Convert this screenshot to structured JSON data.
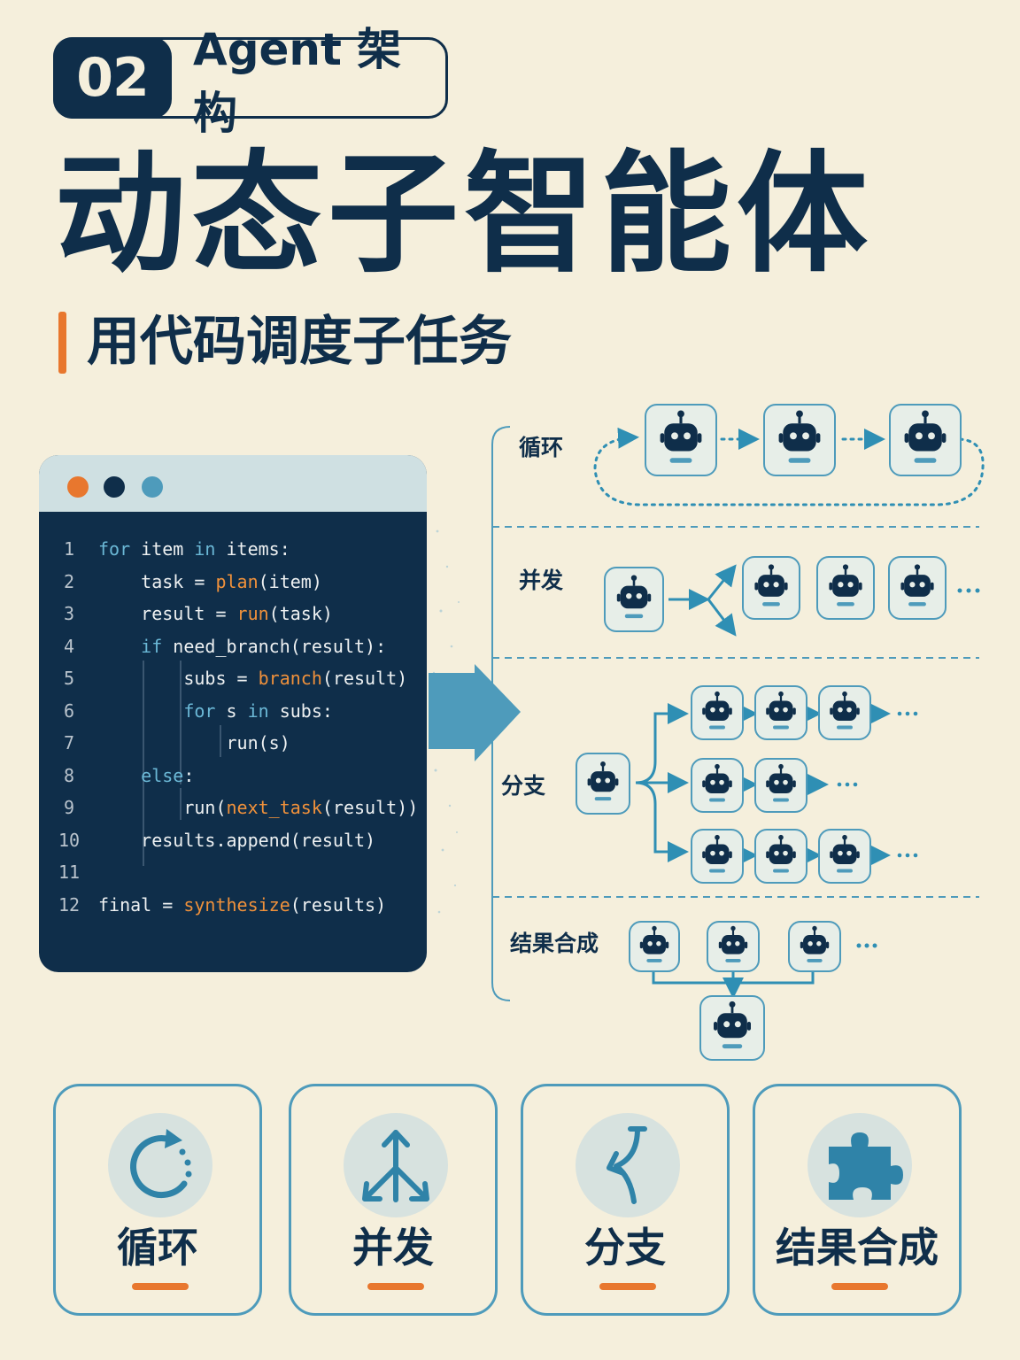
{
  "header": {
    "badge_number": "02",
    "badge_text": "Agent 架构",
    "title": "动态子智能体",
    "subtitle": "用代码调度子任务"
  },
  "code": {
    "lines": [
      {
        "num": "1",
        "html": "<span class=\"kw\">for</span> item <span class=\"kw\">in</span> items:"
      },
      {
        "num": "2",
        "html": "    task = <span class=\"fn\">plan</span>(item)"
      },
      {
        "num": "3",
        "html": "    result = <span class=\"fn\">run</span>(task)"
      },
      {
        "num": "4",
        "html": "    <span class=\"kw\">if</span> need_branch(result):"
      },
      {
        "num": "5",
        "html": "        subs = <span class=\"fn\">branch</span>(result)"
      },
      {
        "num": "6",
        "html": "        <span class=\"kw\">for</span> s <span class=\"kw\">in</span> subs:"
      },
      {
        "num": "7",
        "html": "            run(s)"
      },
      {
        "num": "8",
        "html": "    <span class=\"kw\">else</span>:"
      },
      {
        "num": "9",
        "html": "        run(<span class=\"fn\">next_task</span>(result))"
      },
      {
        "num": "10",
        "html": "    results.append(result)"
      },
      {
        "num": "11",
        "html": ""
      },
      {
        "num": "12",
        "html": "final = <span class=\"fn\">synthesize</span>(results)"
      }
    ],
    "window_dot_colors": [
      "#e8772e",
      "#0f2e4a",
      "#4e9bbb"
    ]
  },
  "diagram": {
    "loop_label": "循环",
    "parallel_label": "并发",
    "branch_label": "分支",
    "merge_label": "结果合成",
    "ellipsis": "···"
  },
  "cards": [
    {
      "label": "循环",
      "icon": "loop-icon"
    },
    {
      "label": "并发",
      "icon": "fork-arrows-icon"
    },
    {
      "label": "分支",
      "icon": "branch-icon"
    },
    {
      "label": "结果合成",
      "icon": "puzzle-icon"
    }
  ],
  "colors": {
    "navy": "#0f2e4a",
    "teal": "#4e9bbb",
    "orange": "#e8772e",
    "background": "#f5efdc"
  }
}
